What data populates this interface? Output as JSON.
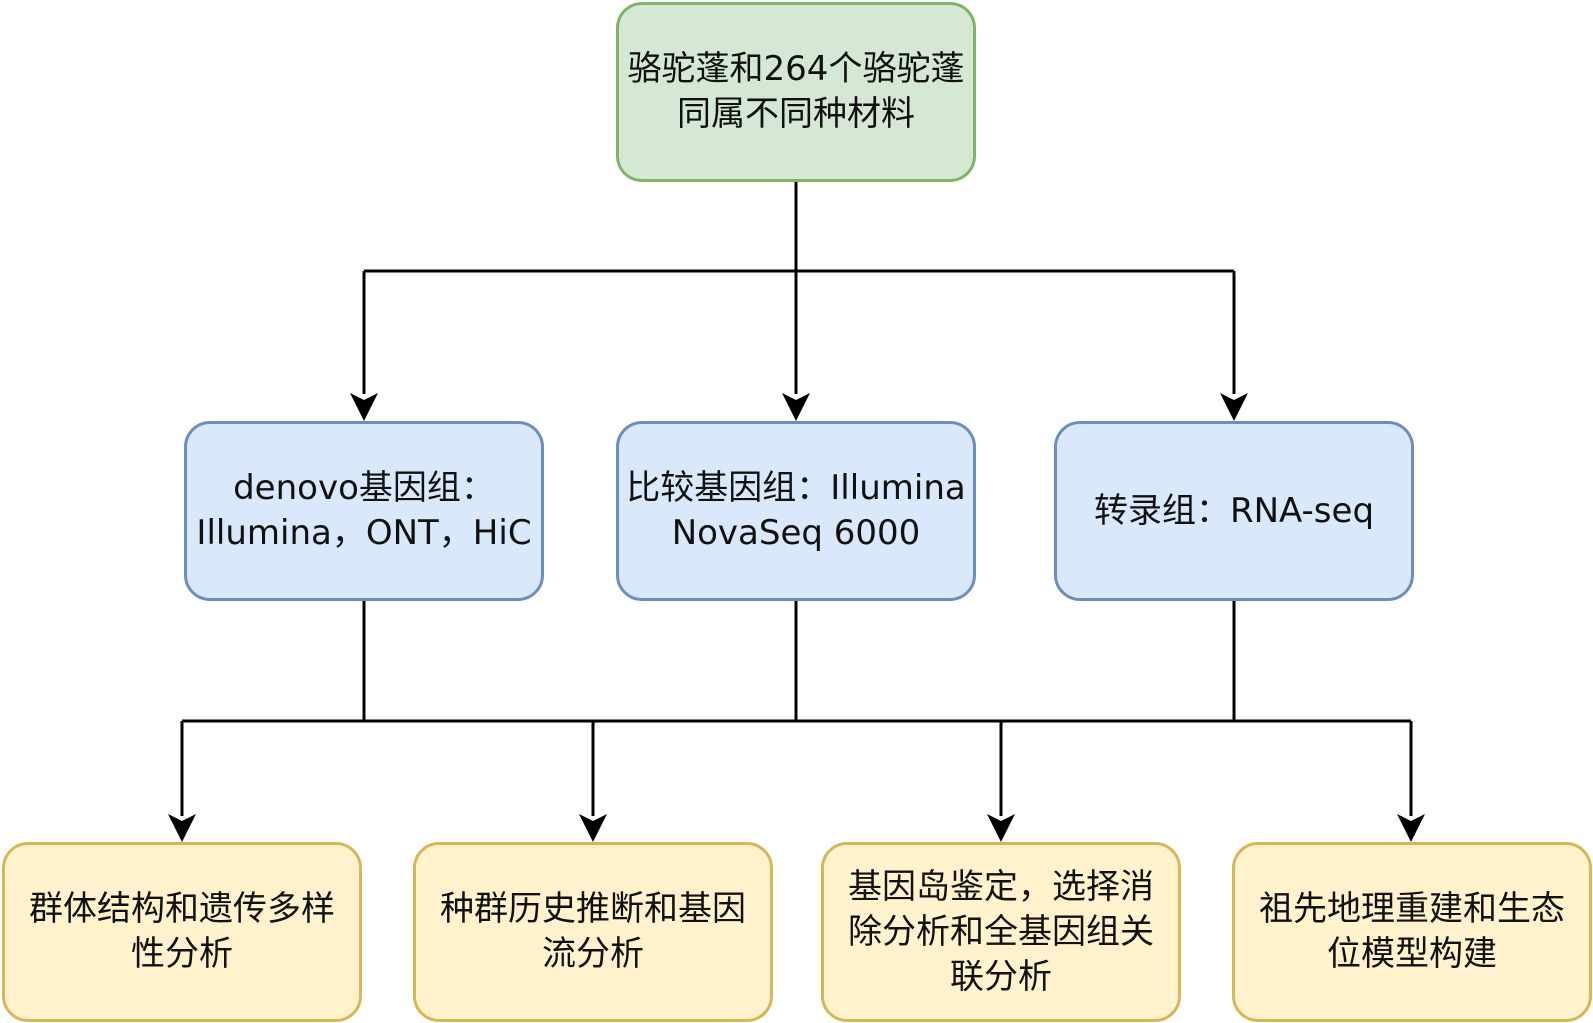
{
  "diagram": {
    "root": {
      "label": "骆驼蓬和264个骆驼蓬\n同属不同种材料"
    },
    "methods": [
      {
        "label": "denovo基因组：\nIllumina，ONT，HiC"
      },
      {
        "label": "比较基因组：Illumina\nNovaSeq 6000"
      },
      {
        "label": "转录组：RNA-seq"
      }
    ],
    "analyses": [
      {
        "label": "群体结构和遗传多样\n性分析"
      },
      {
        "label": "种群历史推断和基因\n流分析"
      },
      {
        "label": "基因岛鉴定，选择消\n除分析和全基因组关\n联分析"
      },
      {
        "label": "祖先地理重建和生态\n位模型构建"
      }
    ],
    "colors": {
      "root_fill": "#d5e8d4",
      "root_stroke": "#82b366",
      "method_fill": "#dae8fc",
      "method_stroke": "#6c8ebf",
      "analysis_fill": "#fff2cc",
      "analysis_stroke": "#d6b656",
      "edge": "#000000"
    }
  }
}
